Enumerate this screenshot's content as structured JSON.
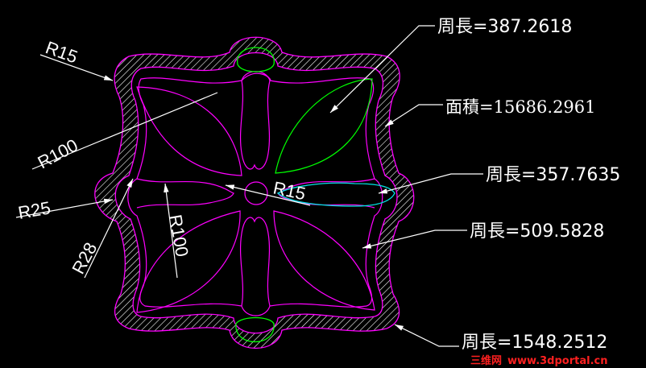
{
  "dimensions": {
    "r15_top": "R15",
    "r100_left": "R100",
    "r25": "R25",
    "r28": "R28",
    "r100_center": "R100",
    "r15_center": "R15"
  },
  "annotations": {
    "perimeter_1": "周長=387.2618",
    "area": "面積=15686.2961",
    "perimeter_2": "周長=357.7635",
    "perimeter_3": "周長=509.5828",
    "perimeter_4": "周長=1548.2512"
  },
  "watermark": {
    "cn": "三维网",
    "url": "www.3dportal.cn"
  },
  "colors": {
    "background": "#000000",
    "outline": "#ff00ff",
    "hatch": "#ffffff",
    "highlight_green": "#00ff00",
    "highlight_cyan": "#00e5e5",
    "leader": "#ffffff",
    "watermark": "#ff2020"
  }
}
